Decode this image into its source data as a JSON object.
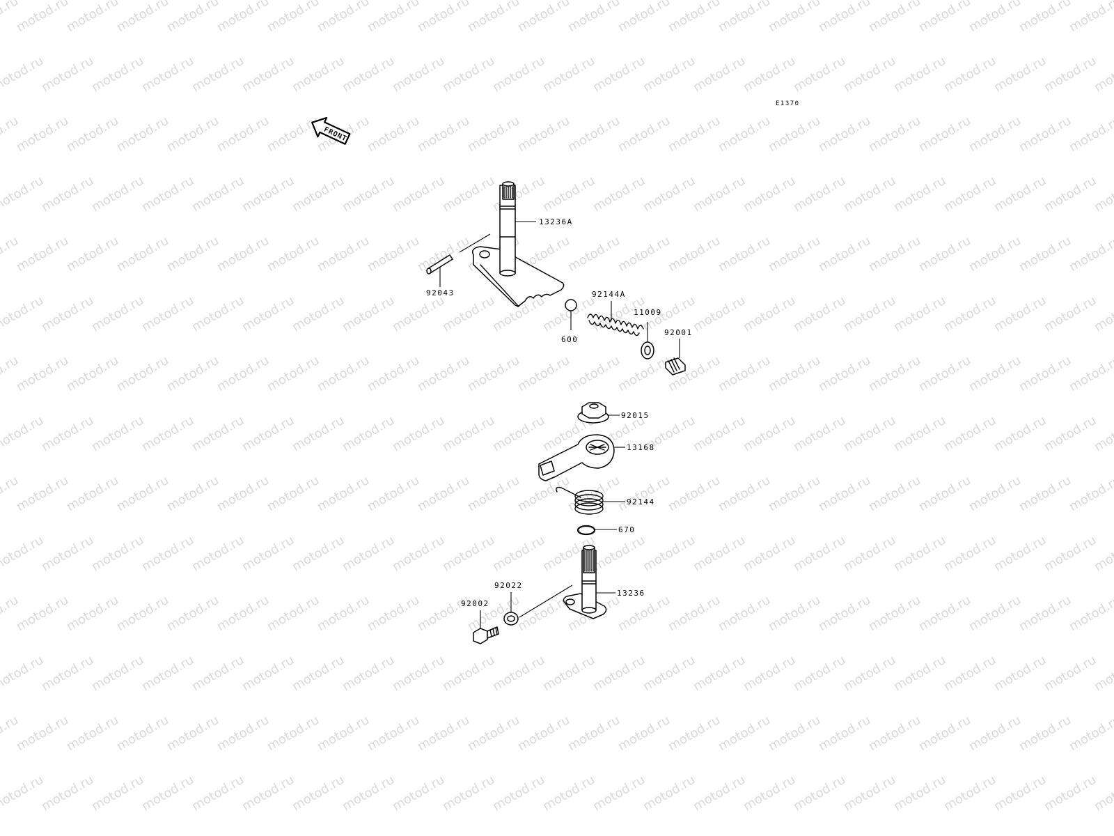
{
  "watermark": {
    "text": "motod.ru",
    "color": "#d9d9d9"
  },
  "diagram_code": "E1370",
  "front_arrow": {
    "label": "FRONT"
  },
  "parts": [
    {
      "id": "p13236A",
      "label": "13236A",
      "name": "gear-shift-shaft-with-plate"
    },
    {
      "id": "p92043",
      "label": "92043",
      "name": "pin"
    },
    {
      "id": "p600",
      "label": "600",
      "name": "ball"
    },
    {
      "id": "p92144A",
      "label": "92144A",
      "name": "detent-spring"
    },
    {
      "id": "p11009",
      "label": "11009",
      "name": "gasket-washer"
    },
    {
      "id": "p92001",
      "label": "92001",
      "name": "plug-bolt"
    },
    {
      "id": "p92015",
      "label": "92015",
      "name": "nut"
    },
    {
      "id": "p13168",
      "label": "13168",
      "name": "shift-lever-arm"
    },
    {
      "id": "p92144",
      "label": "92144",
      "name": "torsion-spring"
    },
    {
      "id": "p670",
      "label": "670",
      "name": "circlip"
    },
    {
      "id": "p13236",
      "label": "13236",
      "name": "shift-shaft"
    },
    {
      "id": "p92022",
      "label": "92022",
      "name": "washer"
    },
    {
      "id": "p92002",
      "label": "92002",
      "name": "bolt"
    }
  ]
}
